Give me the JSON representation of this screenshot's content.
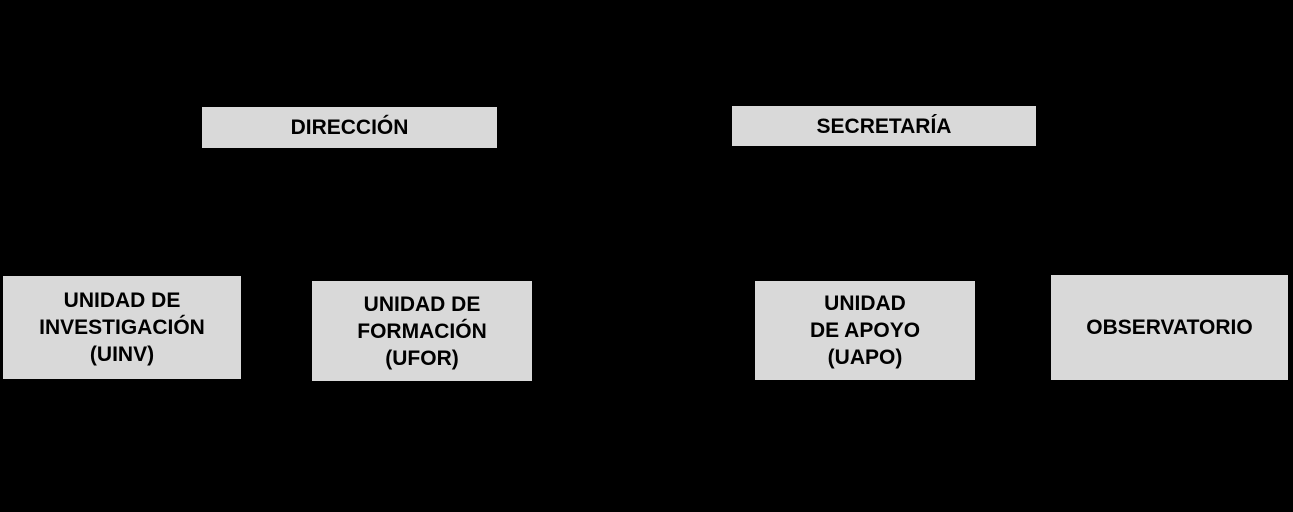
{
  "diagram": {
    "type": "org-chart",
    "background_color": "#000000",
    "node_fill_color": "#D9D9D9",
    "node_text_color": "#000000",
    "nodes": [
      {
        "id": "direccion",
        "label": "DIRECCIÓN"
      },
      {
        "id": "secretaria",
        "label": "SECRETARÍA"
      },
      {
        "id": "uinv",
        "label": "UNIDAD DE\nINVESTIGACIÓN\n(UINV)"
      },
      {
        "id": "ufor",
        "label": "UNIDAD DE\nFORMACIÓN\n(UFOR)"
      },
      {
        "id": "uapo",
        "label": "UNIDAD\nDE APOYO\n(UAPO)"
      },
      {
        "id": "observatorio",
        "label": "OBSERVATORIO"
      }
    ]
  }
}
